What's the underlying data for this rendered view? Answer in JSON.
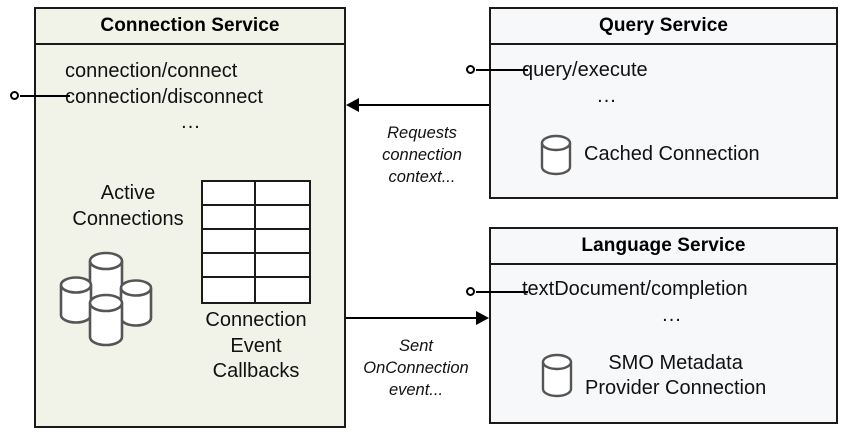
{
  "diagram": {
    "title": "Connection Service interaction diagram",
    "colors": {
      "connection_service_fill": "#f1f3e9",
      "service_fill": "#f7f8fa",
      "stroke": "#1a1a1a",
      "cylinder_stroke": "#555555",
      "background": "#ffffff"
    }
  },
  "connection_service": {
    "title": "Connection Service",
    "operations": [
      "connection/connect",
      "connection/disconnect"
    ],
    "ellipsis": "...",
    "interface_icon": "provided-interface-lollipop",
    "active_connections_label_line1": "Active",
    "active_connections_label_line2": "Connections",
    "active_connections_icon": "database-cluster-icon",
    "callbacks_label_line1": "Connection",
    "callbacks_label_line2": "Event",
    "callbacks_label_line3": "Callbacks",
    "callbacks_icon": "table-grid-icon",
    "table": {
      "rows": 5,
      "cols": 2
    }
  },
  "query_service": {
    "title": "Query Service",
    "operations": [
      "query/execute"
    ],
    "ellipsis": "...",
    "interface_icon": "provided-interface-lollipop",
    "cached_connection_label": "Cached Connection",
    "cached_connection_icon": "database-cylinder-icon"
  },
  "language_service": {
    "title": "Language Service",
    "operations": [
      "textDocument/completion"
    ],
    "ellipsis": "...",
    "interface_icon": "provided-interface-lollipop",
    "provider_label_line1": "SMO Metadata",
    "provider_label_line2": "Provider Connection",
    "provider_icon": "database-cylinder-icon"
  },
  "connectors": [
    {
      "id": "requests-connection-context",
      "from": "query_service",
      "to": "connection_service",
      "direction": "left",
      "label_line1": "Requests",
      "label_line2": "connection",
      "label_line3": "context..."
    },
    {
      "id": "sent-onconnection-event",
      "from": "connection_service",
      "to": "language_service",
      "direction": "right",
      "label_line1": "Sent",
      "label_line2": "OnConnection",
      "label_line3": "event..."
    }
  ]
}
